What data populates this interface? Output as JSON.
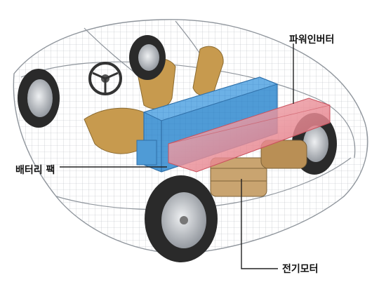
{
  "labels": {
    "power_inverter": "파워인버터",
    "battery_pack": "배터리 팩",
    "electric_motor": "전기모터"
  },
  "colors": {
    "battery": "#4f9bd6",
    "battery_dark": "#2f6fa8",
    "inverter": "#e8828c",
    "seat": "#c79a4e",
    "motor": "#c9a470",
    "tire": "#2a2a2a",
    "rim": "#c9ccd0",
    "wireframe": "#9aa0a6",
    "leader_line": "#222222"
  }
}
